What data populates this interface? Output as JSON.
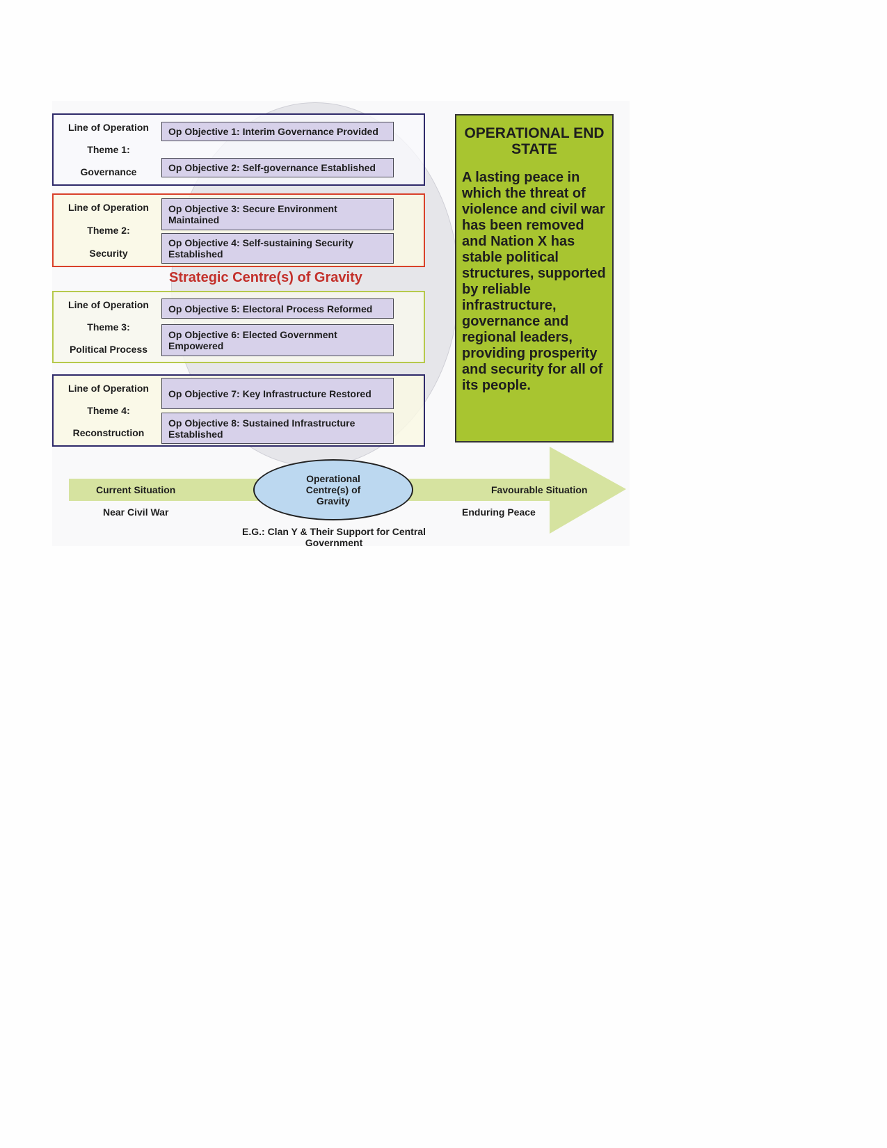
{
  "themes": [
    {
      "line": "Line of Operation",
      "theme": "Theme 1:",
      "name": "Governance",
      "color": "#2f2a6a",
      "objectives": [
        "Op Objective 1: Interim Governance Provided",
        "Op Objective 2: Self-governance Established"
      ]
    },
    {
      "line": "Line of Operation",
      "theme": "Theme 2:",
      "name": "Security",
      "color": "#d9412a",
      "objectives": [
        "Op Objective 3: Secure Environment Maintained",
        "Op Objective 4: Self-sustaining Security Established"
      ]
    },
    {
      "line": "Line of Operation",
      "theme": "Theme 3:",
      "name": "Political Process",
      "color": "#b6c94c",
      "objectives": [
        "Op Objective 5: Electoral Process Reformed",
        "Op Objective 6: Elected Government Empowered"
      ]
    },
    {
      "line": "Line of Operation",
      "theme": "Theme 4:",
      "name": "Reconstruction",
      "color": "#2f2a6a",
      "objectives": [
        "Op Objective 7: Key Infrastructure Restored",
        "Op Objective 8: Sustained Infrastructure Established"
      ]
    }
  ],
  "strategic_cog": "Strategic Centre(s) of Gravity",
  "end_state": {
    "title": "OPERATIONAL END STATE",
    "text": "A lasting peace in which the threat of violence and civil war has been removed and Nation X has stable political structures, supported by reliable infrastructure, governance and regional leaders, providing prosperity and security for all of its people."
  },
  "arrow": {
    "current_label": "Current Situation",
    "current_value": "Near Civil War",
    "favourable_label": "Favourable Situation",
    "favourable_value": "Enduring Peace",
    "color": "#d6e3a0"
  },
  "operational_cog": "Operational Centre(s) of Gravity",
  "example": "E.G.: Clan Y & Their Support for Central Government"
}
